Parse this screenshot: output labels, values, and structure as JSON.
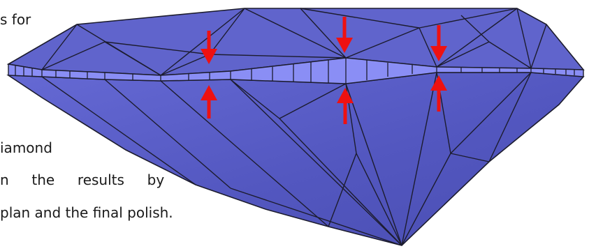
{
  "text_fragments": [
    "s for",
    "iamond",
    "n  the  results  by",
    "plan and the final polish."
  ],
  "colors": {
    "facet_fill": "#5a5fc7",
    "facet_light": "#7b80de",
    "girdle_highlight": "#8e92ff",
    "edge": "#1c1c2e",
    "arrow": "#ee1111"
  },
  "icons": [
    "arrow-down-icon",
    "arrow-up-icon"
  ]
}
